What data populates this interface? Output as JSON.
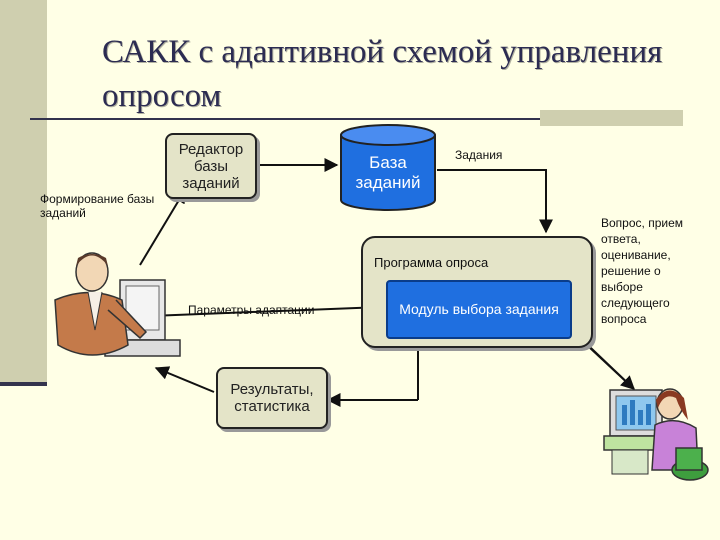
{
  "title": "САКК с адаптивной схемой управления опросом",
  "labels": {
    "formirovanie": "Формирование базы заданий",
    "zadaniya": "Задания",
    "vopros": "Вопрос, прием ответа, оценивание, решение о выборе следующего вопроса",
    "programma": "Программа опроса",
    "parametry": "Параметры адаптации"
  },
  "boxes": {
    "editor": "Редактор базы заданий",
    "database": "База заданий",
    "module": "Модуль выбора задания",
    "results": "Результаты, статистика"
  },
  "colors": {
    "background": "#FFFFE6",
    "box_fill": "#E4E4C8",
    "database_fill": "#1F6FE0",
    "module_fill": "#1F6FE0"
  },
  "icons": [
    "man-at-computer-icon",
    "woman-at-computer-icon"
  ]
}
